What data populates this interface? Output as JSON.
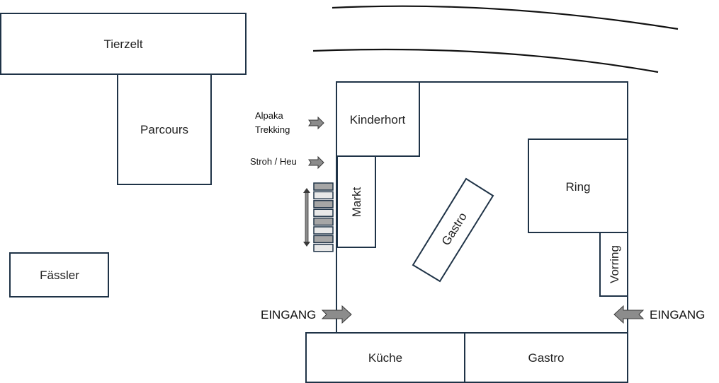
{
  "title": "Festgelände Plan",
  "areas": {
    "tierzelt": "Tierzelt",
    "parcours": "Parcours",
    "faessler": "Fässler",
    "kinderhort": "Kinderhort",
    "markt": "Markt",
    "gastro_center": "Gastro",
    "ring": "Ring",
    "vorring": "Vorring",
    "kueche": "Küche",
    "gastro_bottom": "Gastro"
  },
  "labels": {
    "alpaka_line1": "Alpaka",
    "alpaka_line2": "Trekking",
    "stroh_heu": "Stroh / Heu",
    "entrance_left": "EINGANG",
    "entrance_right": "EINGANG"
  },
  "colors": {
    "stroke": "#1f3347",
    "arrow_fill": "#8c8c8c",
    "stall_dark": "#a6a6a6",
    "stall_light": "#e8e8e8"
  },
  "stalls": [
    "dark",
    "light",
    "dark",
    "light",
    "dark",
    "light",
    "dark",
    "light"
  ]
}
